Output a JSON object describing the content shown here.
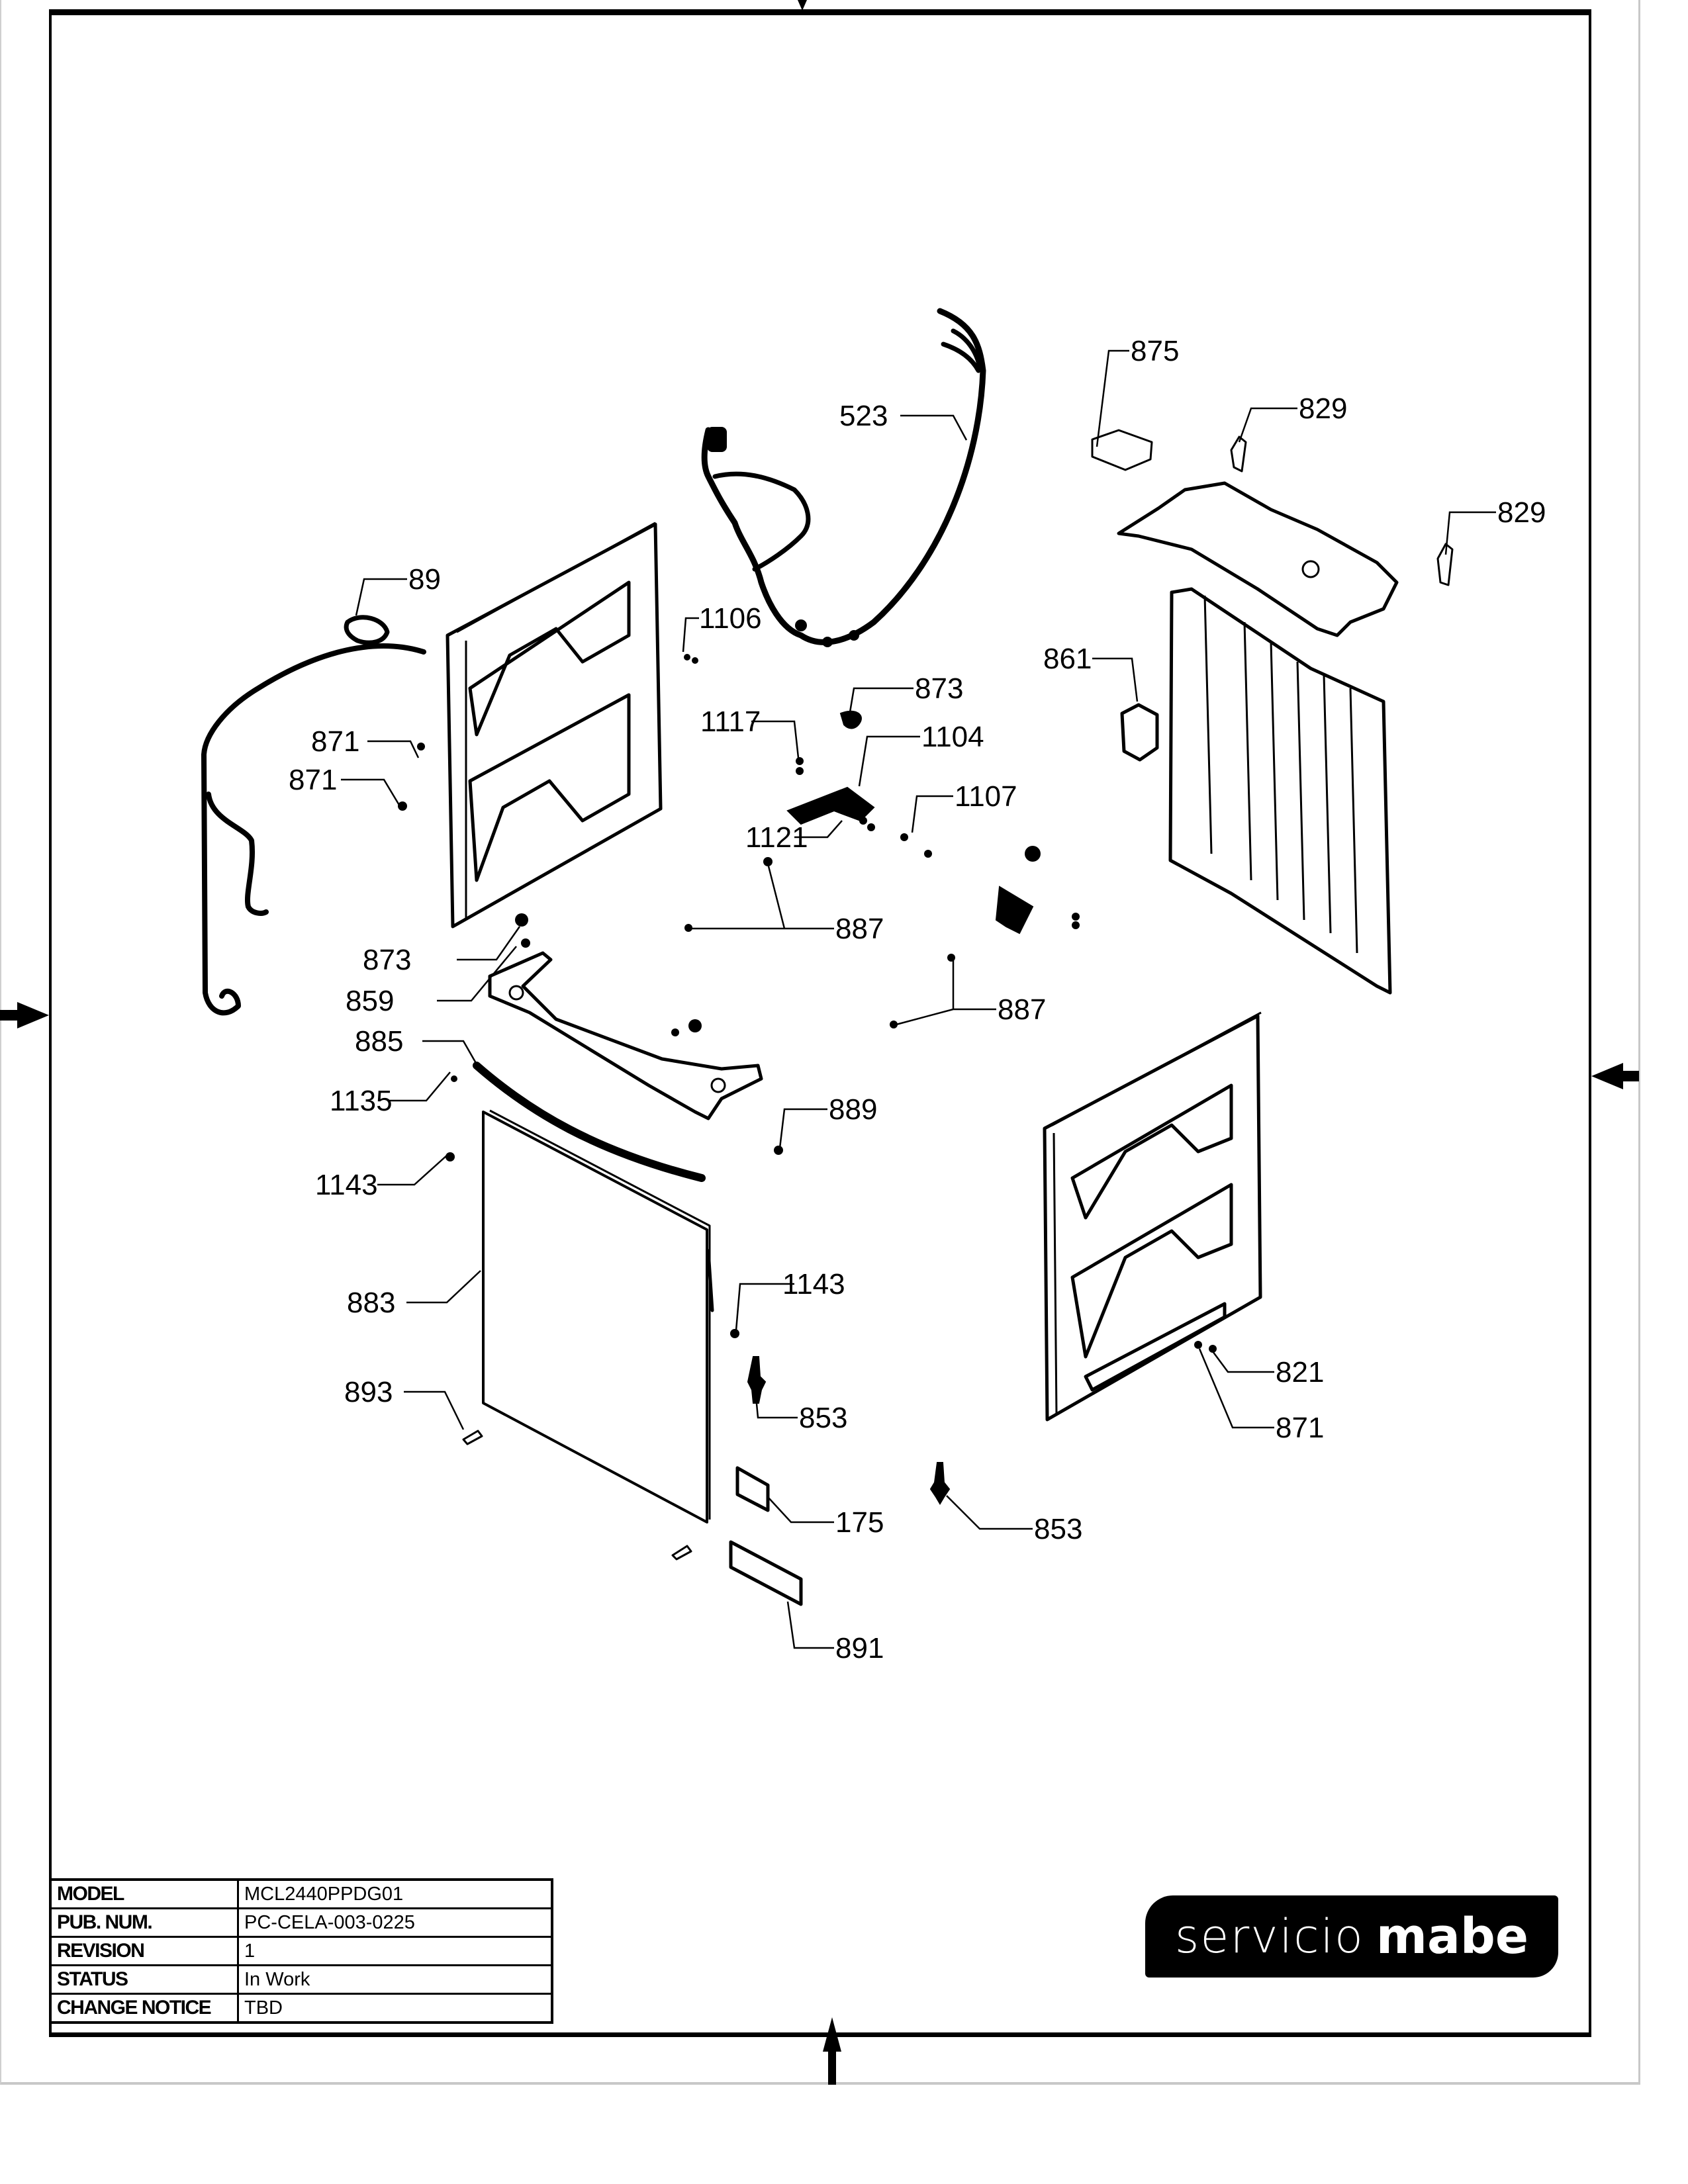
{
  "title_block": {
    "rows": [
      {
        "key": "MODEL",
        "value": "MCL2440PPDG01"
      },
      {
        "key": "PUB. NUM.",
        "value": "PC-CELA-003-0225"
      },
      {
        "key": "REVISION",
        "value": "1"
      },
      {
        "key": "STATUS",
        "value": "In Work"
      },
      {
        "key": "CHANGE NOTICE",
        "value": "TBD"
      }
    ]
  },
  "logo": {
    "light": "servicio",
    "bold": "mabe",
    "background": "#000000",
    "text_color": "#ffffff"
  },
  "callouts": {
    "c523": "523",
    "c875": "875",
    "c829a": "829",
    "c829b": "829",
    "c89": "89",
    "c1106": "1106",
    "c873a": "873",
    "c1117": "1117",
    "c1104": "1104",
    "c1107": "1107",
    "c1121": "1121",
    "c861": "861",
    "c871a": "871",
    "c871b": "871",
    "c887a": "887",
    "c873b": "873",
    "c859": "859",
    "c885": "885",
    "c887b": "887",
    "c1135": "1135",
    "c889": "889",
    "c1143a": "1143",
    "c883": "883",
    "c1143b": "1143",
    "c893": "893",
    "c853a": "853",
    "c821": "821",
    "c871c": "871",
    "c175": "175",
    "c853b": "853",
    "c891": "891"
  },
  "registration_marks": [
    "top-arrow",
    "bottom-arrow",
    "left-arrow",
    "right-arrow"
  ]
}
